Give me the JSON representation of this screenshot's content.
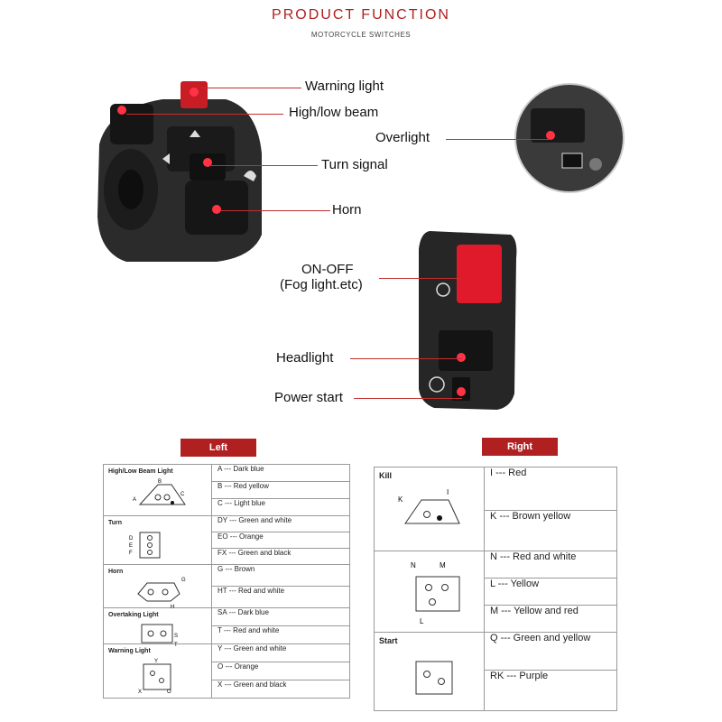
{
  "header": {
    "title": "PRODUCT FUNCTION",
    "subtitle": "MOTORCYCLE SWITCHES"
  },
  "callouts": {
    "warning_light": "Warning light",
    "high_low_beam": "High/low beam",
    "turn_signal": "Turn signal",
    "horn": "Horn",
    "overlight": "Overlight",
    "on_off": "ON-OFF",
    "on_off_sub": "(Fog light.etc)",
    "headlight": "Headlight",
    "power_start": "Power start"
  },
  "colors": {
    "accent": "#b02020",
    "indicator": "#e01a2a",
    "switch_body": "#2a2a2a"
  },
  "left": {
    "tab": "Left",
    "groups": [
      {
        "title": "High/Low Beam Light",
        "labels": [
          "A",
          "B",
          "C"
        ],
        "wires": [
          "A --- Dark blue",
          "B --- Red yellow",
          "C --- Light blue"
        ]
      },
      {
        "title": "Turn",
        "labels": [
          "D",
          "E",
          "F"
        ],
        "wires": [
          "DY --- Green and white",
          "EO --- Orange",
          "FX --- Green and black"
        ]
      },
      {
        "title": "Horn",
        "labels": [
          "G",
          "H"
        ],
        "wires": [
          "G --- Brown",
          "HT --- Red and white"
        ]
      },
      {
        "title": "Overtaking Light",
        "labels": [
          "S",
          "T"
        ],
        "wires": [
          "SA --- Dark blue",
          "T --- Red and white"
        ]
      },
      {
        "title": "Warning Light",
        "labels": [
          "Y",
          "X",
          "O"
        ],
        "wires": [
          "Y --- Green and white",
          "O --- Orange",
          "X --- Green and black"
        ]
      }
    ]
  },
  "right": {
    "tab": "Right",
    "groups": [
      {
        "title": "Kill",
        "labels": [
          "K",
          "I"
        ],
        "wires": [
          "I --- Red",
          "K --- Brown yellow"
        ]
      },
      {
        "title": "",
        "labels": [
          "N",
          "M",
          "L"
        ],
        "wires": [
          "N --- Red and white",
          "L --- Yellow",
          "M --- Yellow and red"
        ]
      },
      {
        "title": "Start",
        "labels": [],
        "wires": [
          "Q --- Green and yellow",
          "RK --- Purple"
        ]
      }
    ]
  }
}
